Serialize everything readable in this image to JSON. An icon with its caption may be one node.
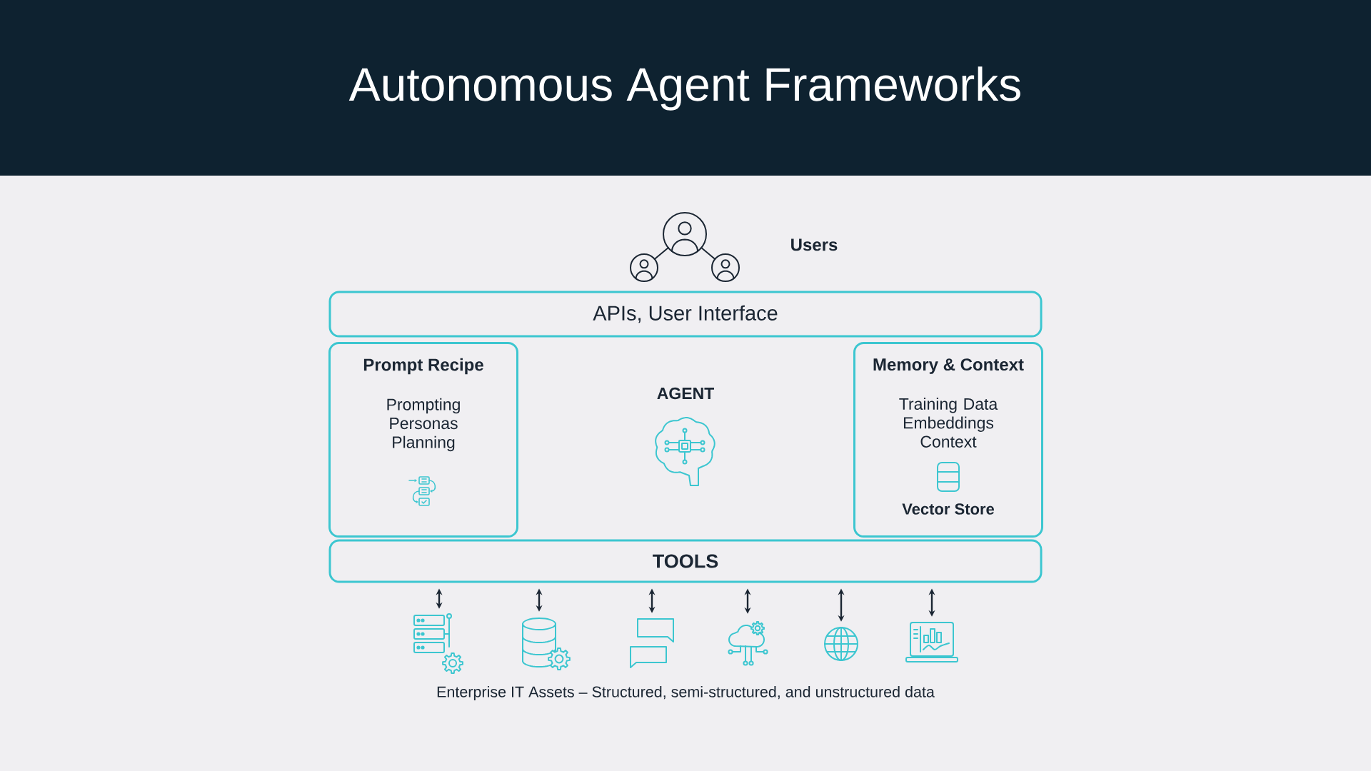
{
  "diagram": {
    "title": "Autonomous Agent Frameworks",
    "nodes": [
      {
        "text": [
          "APIs, User Interface"
        ]
      },
      {
        "text": [
          "Prompt Recipe",
          "Prompting Personas Planning"
        ]
      },
      {
        "text": [
          "Memory & Context",
          "Training Data Embeddings Context",
          "Vector Store"
        ]
      },
      {
        "text": [
          "TOOLS"
        ]
      },
      {
        "text": [],
        "shape": "picture"
      },
      {
        "text": [],
        "shape": "picture"
      },
      {
        "text": [],
        "shape": "picture"
      },
      {
        "text": [],
        "shape": "picture"
      },
      {
        "text": [],
        "shape": "picture"
      },
      {
        "text": [],
        "shape": "picture"
      }
    ],
    "edges": [
      {
        "from": 3,
        "to": 4,
        "arrow": "both"
      },
      {
        "from": 3,
        "to": 5,
        "arrow": "both"
      },
      {
        "from": 3,
        "to": 6,
        "arrow": "both"
      },
      {
        "from": 3,
        "to": 7,
        "arrow": "both"
      },
      {
        "from": 3,
        "to": 8,
        "arrow": "both"
      },
      {
        "from": 3,
        "to": 9,
        "arrow": "both"
      }
    ],
    "labels": [
      "Users",
      "AGENT",
      "Enterprise IT Assets – Structured, semi-structured, and unstructured data"
    ]
  }
}
